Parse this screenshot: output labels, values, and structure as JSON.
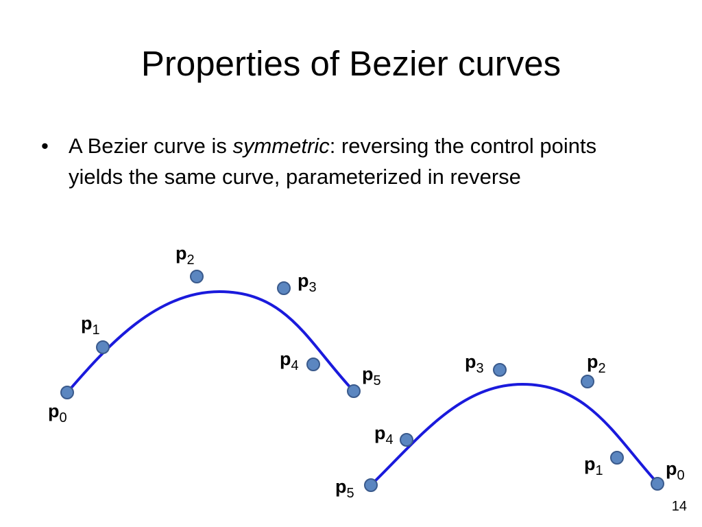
{
  "slide": {
    "title": "Properties of Bezier curves",
    "bullet": {
      "marker": "•",
      "text_before": "A Bezier curve is ",
      "emphasis": "symmetric",
      "text_after": ": reversing the control points yields the same curve, parameterized in reverse"
    },
    "page_number": "14"
  },
  "figure": {
    "curve_color": "#1a1adc",
    "point_fill": "#5b86c0",
    "point_stroke": "#3a5a8c",
    "label_prefix": "p",
    "left_curve": {
      "points": [
        {
          "subscript": "0"
        },
        {
          "subscript": "1"
        },
        {
          "subscript": "2"
        },
        {
          "subscript": "3"
        },
        {
          "subscript": "4"
        },
        {
          "subscript": "5"
        }
      ]
    },
    "right_curve": {
      "points": [
        {
          "subscript": "0"
        },
        {
          "subscript": "1"
        },
        {
          "subscript": "2"
        },
        {
          "subscript": "3"
        },
        {
          "subscript": "4"
        },
        {
          "subscript": "5"
        }
      ]
    }
  }
}
